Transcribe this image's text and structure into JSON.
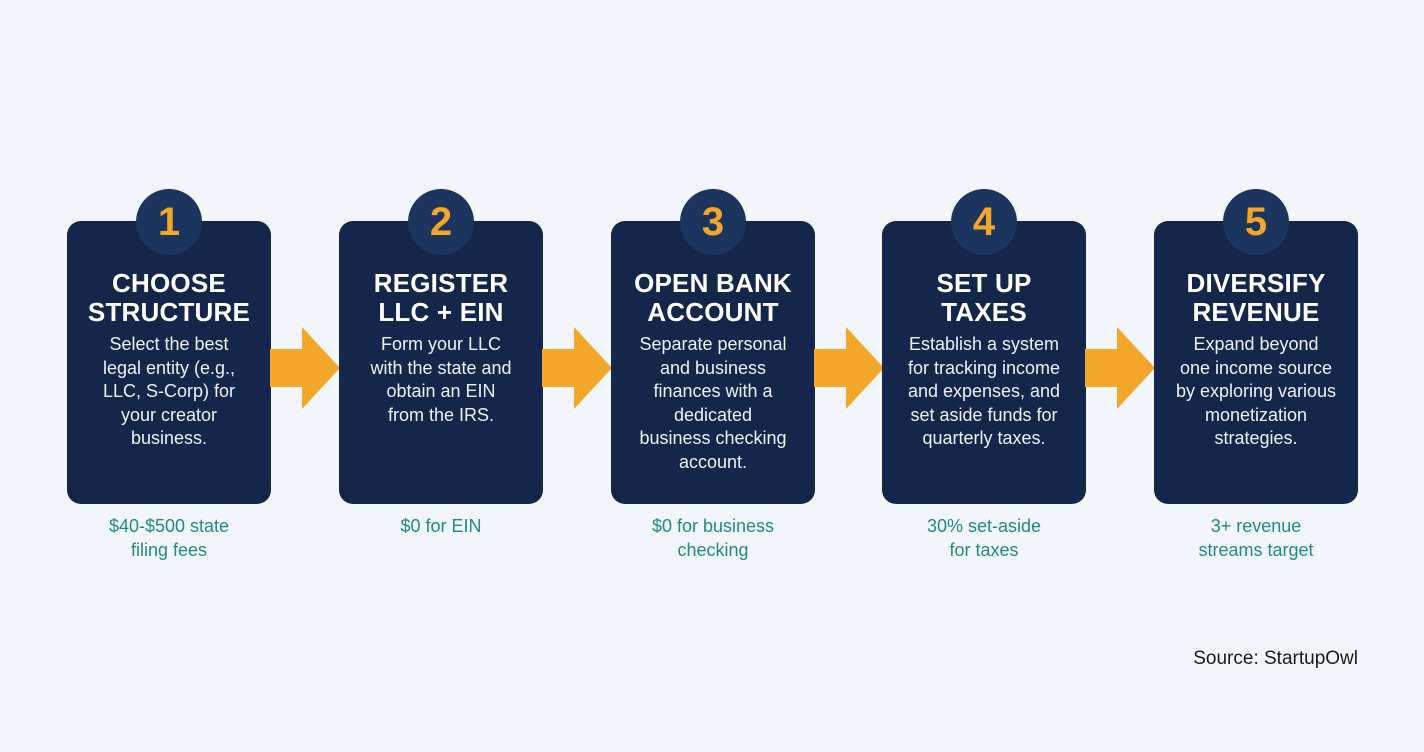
{
  "colors": {
    "background": "#f2f6fa",
    "card": "#14264a",
    "badge": "#1c355e",
    "number": "#f2a72a",
    "arrow": "#f2a72a",
    "note": "#1f8a86"
  },
  "steps": [
    {
      "number": "1",
      "title": "CHOOSE\nSTRUCTURE",
      "description": "Select the best\nlegal entity (e.g.,\nLLC, S-Corp) for\nyour creator\nbusiness.",
      "note": "$40-$500 state\nfiling fees"
    },
    {
      "number": "2",
      "title": "REGISTER\nLLC + EIN",
      "description": "Form your LLC\nwith the state and\nobtain an EIN\nfrom the IRS.",
      "note": "$0 for EIN"
    },
    {
      "number": "3",
      "title": "OPEN BANK\nACCOUNT",
      "description": "Separate personal\nand business\nfinances with a\ndedicated\nbusiness checking\naccount.",
      "note": "$0 for business\nchecking"
    },
    {
      "number": "4",
      "title": "SET UP\nTAXES",
      "description": "Establish a system\nfor tracking income\nand expenses, and\nset aside funds for\nquarterly taxes.",
      "note": "30% set-aside\nfor taxes"
    },
    {
      "number": "5",
      "title": "DIVERSIFY\nREVENUE",
      "description": "Expand beyond\none income source\nby exploring various\nmonetization\nstrategies.",
      "note": "3+ revenue\nstreams target"
    }
  ],
  "arrows": [
    "arrow-right",
    "arrow-right",
    "arrow-right",
    "arrow-right"
  ],
  "source": "Source: StartupOwl"
}
